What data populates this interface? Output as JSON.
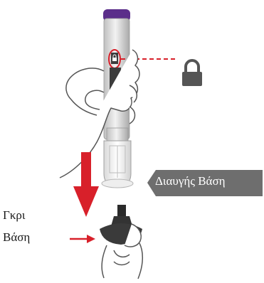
{
  "labels": {
    "gray_base_line1": "Γκρι",
    "gray_base_line2": "Βάση",
    "clear_base": "Διαυγής Βάση"
  },
  "colors": {
    "cap_purple": "#5b2e8a",
    "arrow_red": "#d8202a",
    "badge_gray": "#6e6e6e",
    "pen_body": "#d2d2d2",
    "window_dark": "#3c3c3c"
  },
  "icons": {
    "lock": "lock-icon",
    "down_arrow": "red-down-arrow-icon",
    "pointer_arrow": "red-pointer-arrow-icon"
  }
}
